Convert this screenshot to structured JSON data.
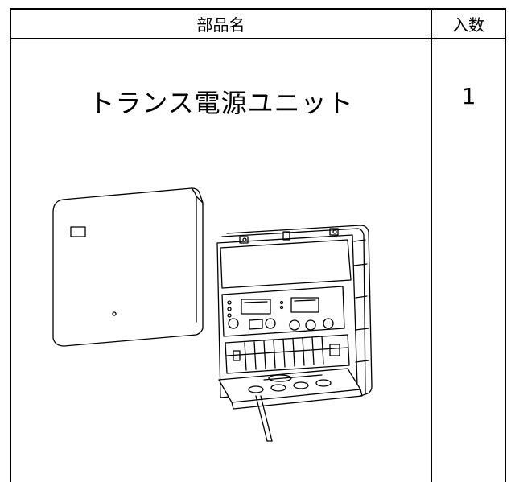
{
  "table": {
    "headers": {
      "part_name": "部品名",
      "quantity": "入数"
    },
    "rows": [
      {
        "part_name": "トランス電源ユニット",
        "quantity": "1",
        "illustration": "transformer-power-unit-drawing"
      }
    ]
  }
}
